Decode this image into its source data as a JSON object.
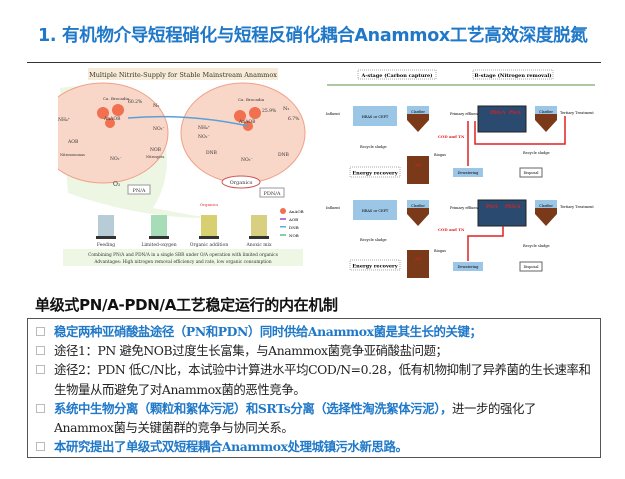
{
  "title": "1. 有机物介导短程硝化与短程反硝化耦合Anammox工艺高效深度脱氮",
  "left_figure": {
    "heading": "Multiple Nitrite-Supply for Stable Mainstream Anammox",
    "labels": {
      "ca_brocadia": "Ca. Brocadia",
      "anaob": "AnAOB",
      "pct1": "60.2%",
      "pct2": "25.9%",
      "pct3": "6.7%",
      "n2": "N₂",
      "nh4": "NH₄⁺",
      "no3": "NO₃⁻",
      "no2": "NO₂⁻",
      "aob": "AOB",
      "nob": "NOB",
      "dnb": "DNB",
      "nitrosomonas": "Nitrosomonas",
      "nitrospira": "Nitrospira",
      "o2": "O₂",
      "pna": "PN/A",
      "pdna": "PDN/A",
      "organics": "Organics"
    },
    "stages": [
      "Feeding",
      "Limited-oxygen",
      "Organic addition",
      "Anoxic mix"
    ],
    "stage_organics": "Organics",
    "legend": [
      "AnAOB",
      "AOB",
      "DNB",
      "NOB"
    ],
    "caption1": "Combining PN/A and PDN/A in a single SBR under O/A operation with limited organics",
    "caption2": "Advantages: High nitrogen removal efficiency and rate, low organic consumption"
  },
  "right_figure": {
    "a_stage": "A-stage (Carbon capture)",
    "b_stage": "B-stage (Nitrogen removal)",
    "influent": "Influent",
    "hras": "HRAS or CEPT",
    "clarifier": "Clarifier",
    "primary_effluent": "Primary effluent",
    "tertiary": "Tertiary Treatment",
    "recycle": "Recycle sludge",
    "cod_tn": "COD and TN",
    "biogas": "Biogas",
    "ad": "AD",
    "dewatering": "Dewatering",
    "disposal": "Disposal",
    "energy": "Energy recovery",
    "top_reactors": [
      "PDN/A",
      "PN/A"
    ],
    "bottom_reactors": [
      "PN/A",
      "PDN/A"
    ]
  },
  "subheading": "单级式PN/A-PDN/A工艺稳定运行的内在机制",
  "bullets": [
    {
      "text": "稳定两种亚硝酸盐途径（PN和PDN）同时供给Anammox菌是其生长的关键；",
      "hl": true
    },
    {
      "text": "途径1：PN   避免NOB过度生长富集，与Anammox菌竞争亚硝酸盐问题；",
      "hl": false
    },
    {
      "text": "途径2：PDN   低C/N比，本试验中计算进水平均COD/N=0.28，低有机物抑制了异养菌的生长速率和",
      "cont": "生物量从而避免了对Anammox菌的恶性竞争。",
      "hl": false
    },
    {
      "text": "系统中生物分离（颗粒和絮体污泥）和SRTs分离（选择性淘洗絮体污泥），",
      "tail": "进一步的强化了",
      "cont": "Anammox菌与关键菌群的竞争与协同关系。",
      "hl": true
    },
    {
      "text": "本研究提出了单级式双短程耦合Anammox处理城镇污水新思路。",
      "hl": true
    }
  ],
  "colors": {
    "accent": "#1f78c8",
    "red": "#e02020"
  }
}
